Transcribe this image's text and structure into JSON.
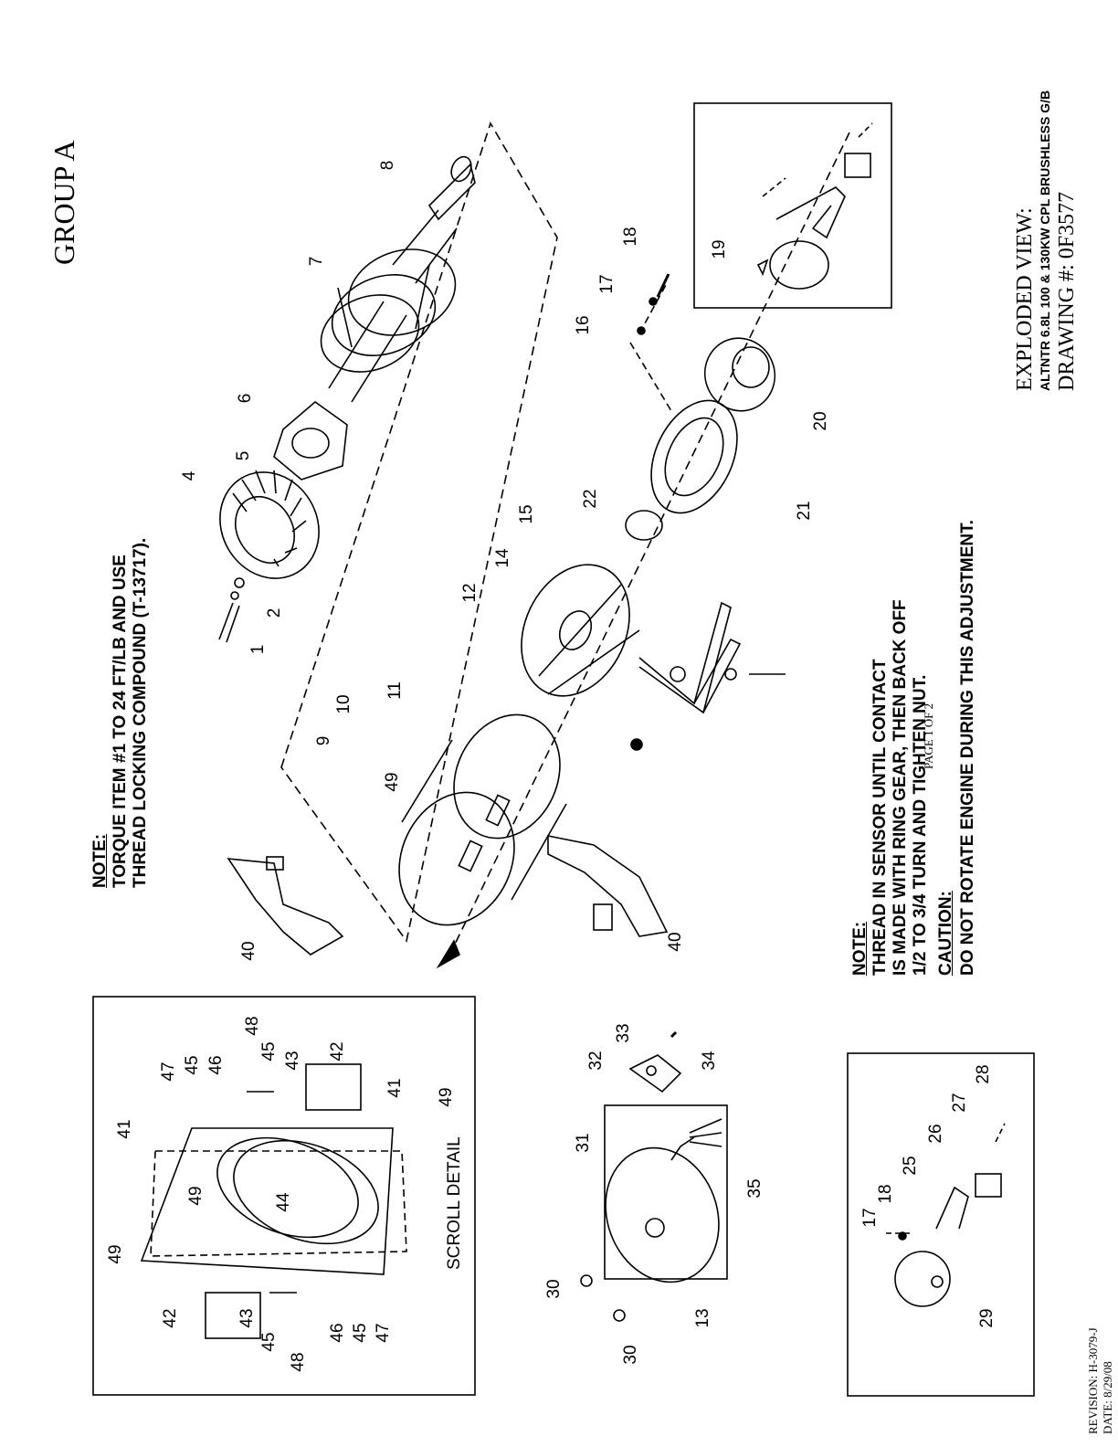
{
  "header": {
    "group": "GROUP A",
    "view_line": "EXPLODED VIEW:",
    "product_line": "ALTNTR 6.8L 100 & 130KW CPL BRUSHLESS G/B",
    "drawing_line": "DRAWING #: 0F3577"
  },
  "note_top": {
    "heading": "NOTE:",
    "line1": "TORQUE ITEM #1 TO 24 FT/LB AND USE",
    "line2": "THREAD LOCKING COMPOUND (T-13717)."
  },
  "note_sensor": {
    "heading": "NOTE:",
    "line1": "THREAD IN SENSOR UNTIL CONTACT",
    "line2": "IS MADE WITH RING GEAR, THEN BACK OFF",
    "line3": "1/2 TO 3/4 TURN AND TIGHTEN NUT.",
    "caution_heading": "CAUTION:",
    "caution_text": "DO NOT ROTATE ENGINE DURING THIS ADJUSTMENT."
  },
  "scroll_detail_label": "SCROLL DETAIL",
  "footer": {
    "page": "PAGE 1 OF 2",
    "revision": "REVISION: H-3079-J",
    "date": "DATE: 8/29/08"
  },
  "callouts": [
    "1",
    "2",
    "4",
    "5",
    "6",
    "7",
    "8",
    "9",
    "10",
    "11",
    "12",
    "14",
    "15",
    "16",
    "17",
    "18",
    "19",
    "20",
    "21",
    "22",
    "40",
    "40",
    "49",
    "41",
    "41",
    "42",
    "42",
    "43",
    "43",
    "44",
    "45",
    "45",
    "45",
    "45",
    "46",
    "46",
    "47",
    "47",
    "48",
    "48",
    "49",
    "49",
    "49",
    "30",
    "30",
    "31",
    "32",
    "33",
    "34",
    "35",
    "13",
    "17",
    "18",
    "25",
    "26",
    "27",
    "28",
    "29"
  ]
}
